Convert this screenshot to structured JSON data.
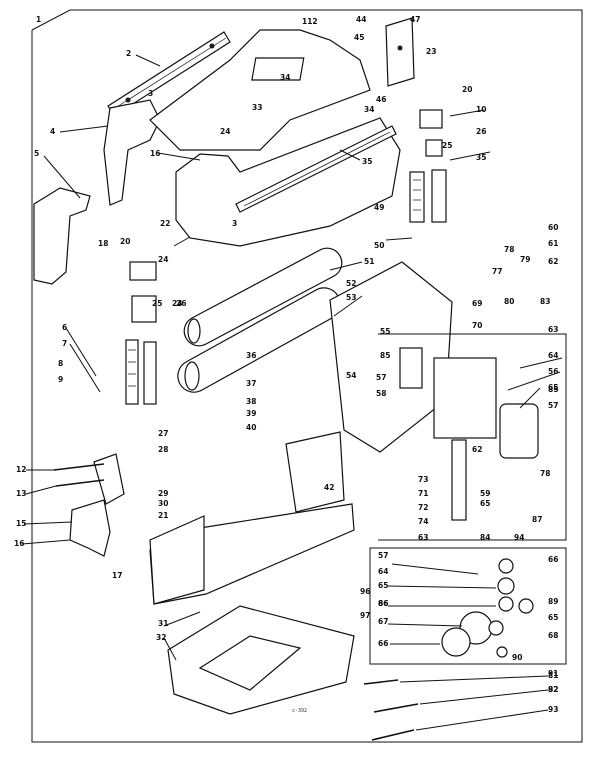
{
  "frame_mark": "1",
  "footer_code": "c-392",
  "callouts": [
    {
      "id": "c2",
      "text": "2"
    },
    {
      "id": "c3a",
      "text": "3"
    },
    {
      "id": "c3b",
      "text": "3"
    },
    {
      "id": "c4",
      "text": "4"
    },
    {
      "id": "c5",
      "text": "5"
    },
    {
      "id": "c6",
      "text": "6"
    },
    {
      "id": "c7",
      "text": "7"
    },
    {
      "id": "c8",
      "text": "8"
    },
    {
      "id": "c9",
      "text": "9"
    },
    {
      "id": "c10",
      "text": "10"
    },
    {
      "id": "c12",
      "text": "12"
    },
    {
      "id": "c13",
      "text": "13"
    },
    {
      "id": "c15",
      "text": "15"
    },
    {
      "id": "c16a",
      "text": "16"
    },
    {
      "id": "c16b",
      "text": "16"
    },
    {
      "id": "c17",
      "text": "17"
    },
    {
      "id": "c18",
      "text": "18"
    },
    {
      "id": "c20a",
      "text": "20"
    },
    {
      "id": "c20b",
      "text": "20"
    },
    {
      "id": "c21",
      "text": "21"
    },
    {
      "id": "c22",
      "text": "22"
    },
    {
      "id": "c23",
      "text": "23"
    },
    {
      "id": "c24a",
      "text": "24"
    },
    {
      "id": "c24b",
      "text": "24"
    },
    {
      "id": "c24c",
      "text": "24"
    },
    {
      "id": "c25a",
      "text": "25"
    },
    {
      "id": "c25b",
      "text": "25"
    },
    {
      "id": "c26a",
      "text": "26"
    },
    {
      "id": "c26b",
      "text": "26"
    },
    {
      "id": "c27",
      "text": "27"
    },
    {
      "id": "c28",
      "text": "28"
    },
    {
      "id": "c29",
      "text": "29"
    },
    {
      "id": "c30",
      "text": "30"
    },
    {
      "id": "c31",
      "text": "31"
    },
    {
      "id": "c32",
      "text": "32"
    },
    {
      "id": "c33",
      "text": "33"
    },
    {
      "id": "c34a",
      "text": "34"
    },
    {
      "id": "c34b",
      "text": "34"
    },
    {
      "id": "c35a",
      "text": "35"
    },
    {
      "id": "c35b",
      "text": "35"
    },
    {
      "id": "c36",
      "text": "36"
    },
    {
      "id": "c37",
      "text": "37"
    },
    {
      "id": "c38",
      "text": "38"
    },
    {
      "id": "c39",
      "text": "39"
    },
    {
      "id": "c40",
      "text": "40"
    },
    {
      "id": "c42",
      "text": "42"
    },
    {
      "id": "c44",
      "text": "44"
    },
    {
      "id": "c45",
      "text": "45"
    },
    {
      "id": "c46",
      "text": "46"
    },
    {
      "id": "c47",
      "text": "47"
    },
    {
      "id": "c49",
      "text": "49"
    },
    {
      "id": "c50",
      "text": "50"
    },
    {
      "id": "c51",
      "text": "51"
    },
    {
      "id": "c52",
      "text": "52"
    },
    {
      "id": "c53",
      "text": "53"
    },
    {
      "id": "c54",
      "text": "54"
    },
    {
      "id": "c55",
      "text": "55"
    },
    {
      "id": "c56",
      "text": "56"
    },
    {
      "id": "c57a",
      "text": "57"
    },
    {
      "id": "c57b",
      "text": "57"
    },
    {
      "id": "c57c",
      "text": "57"
    },
    {
      "id": "c58",
      "text": "58"
    },
    {
      "id": "c59",
      "text": "59"
    },
    {
      "id": "c60",
      "text": "60"
    },
    {
      "id": "c61",
      "text": "61"
    },
    {
      "id": "c62a",
      "text": "62"
    },
    {
      "id": "c62b",
      "text": "62"
    },
    {
      "id": "c63a",
      "text": "63"
    },
    {
      "id": "c63b",
      "text": "63"
    },
    {
      "id": "c64a",
      "text": "64"
    },
    {
      "id": "c64b",
      "text": "64"
    },
    {
      "id": "c65a",
      "text": "65"
    },
    {
      "id": "c65b",
      "text": "65"
    },
    {
      "id": "c65c",
      "text": "65"
    },
    {
      "id": "c65d",
      "text": "65"
    },
    {
      "id": "c66a",
      "text": "66"
    },
    {
      "id": "c66b",
      "text": "66"
    },
    {
      "id": "c66c",
      "text": "66"
    },
    {
      "id": "c67",
      "text": "67"
    },
    {
      "id": "c68",
      "text": "68"
    },
    {
      "id": "c69",
      "text": "69"
    },
    {
      "id": "c70",
      "text": "70"
    },
    {
      "id": "c71",
      "text": "71"
    },
    {
      "id": "c72",
      "text": "72"
    },
    {
      "id": "c73",
      "text": "73"
    },
    {
      "id": "c74",
      "text": "74"
    },
    {
      "id": "c77",
      "text": "77"
    },
    {
      "id": "c78a",
      "text": "78"
    },
    {
      "id": "c78b",
      "text": "78"
    },
    {
      "id": "c79",
      "text": "79"
    },
    {
      "id": "c80",
      "text": "80"
    },
    {
      "id": "c81",
      "text": "81"
    },
    {
      "id": "c82",
      "text": "82"
    },
    {
      "id": "c83",
      "text": "83"
    },
    {
      "id": "c84",
      "text": "84"
    },
    {
      "id": "c85a",
      "text": "85"
    },
    {
      "id": "c85b",
      "text": "85"
    },
    {
      "id": "c86",
      "text": "86"
    },
    {
      "id": "c87",
      "text": "87"
    },
    {
      "id": "c89",
      "text": "89"
    },
    {
      "id": "c90",
      "text": "90"
    },
    {
      "id": "c91",
      "text": "91"
    },
    {
      "id": "c92",
      "text": "92"
    },
    {
      "id": "c93",
      "text": "93"
    },
    {
      "id": "c94",
      "text": "94"
    },
    {
      "id": "c96",
      "text": "96"
    },
    {
      "id": "c97",
      "text": "97"
    },
    {
      "id": "c112",
      "text": "112"
    }
  ]
}
